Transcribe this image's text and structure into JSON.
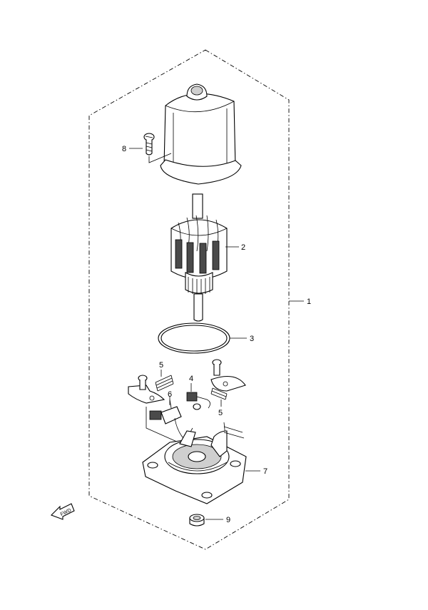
{
  "callouts": [
    {
      "id": "assembly",
      "number": "1"
    },
    {
      "id": "armature",
      "number": "2"
    },
    {
      "id": "o-ring",
      "number": "3"
    },
    {
      "id": "brush",
      "number": "4"
    },
    {
      "id": "spring-upper",
      "number": "5"
    },
    {
      "id": "spring-lower",
      "number": "5"
    },
    {
      "id": "brush-holder",
      "number": "6"
    },
    {
      "id": "brush-base",
      "number": "7"
    },
    {
      "id": "screw",
      "number": "8"
    },
    {
      "id": "oil-seal",
      "number": "9"
    }
  ],
  "direction_indicator": {
    "label": "FWD"
  }
}
